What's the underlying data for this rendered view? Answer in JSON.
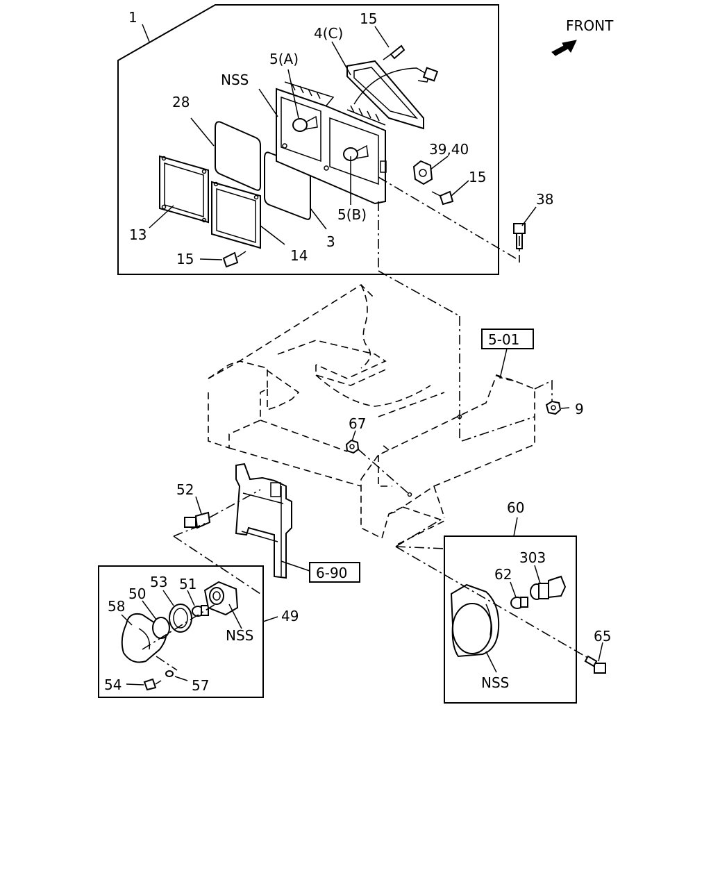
{
  "direction_label": "FRONT",
  "callouts": {
    "c1": "1",
    "c15_top": "15",
    "c4c": "4(C)",
    "c5a": "5(A)",
    "nss_top": "NSS",
    "c28": "28",
    "c39_40": "39,40",
    "c15_mid": "15",
    "c5b": "5(B)",
    "c38": "38",
    "c3": "3",
    "c13": "13",
    "c14": "14",
    "c15_bot": "15",
    "c9": "9",
    "c67": "67",
    "c52": "52",
    "c60": "60",
    "c303": "303",
    "c62": "62",
    "c65": "65",
    "nss_right": "NSS",
    "c53": "53",
    "c51": "51",
    "c50": "50",
    "c58": "58",
    "c49": "49",
    "nss_left": "NSS",
    "c54": "54",
    "c57": "57"
  },
  "references": {
    "ref_5_01": "5-01",
    "ref_6_90": "6-90"
  }
}
